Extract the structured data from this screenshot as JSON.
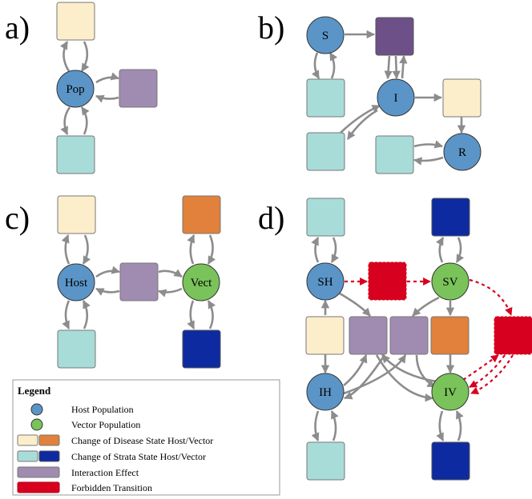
{
  "panels": {
    "a": {
      "label": "a)",
      "nodes": {
        "pop": "Pop"
      }
    },
    "b": {
      "label": "b)",
      "nodes": {
        "s": "S",
        "i": "I",
        "r": "R"
      }
    },
    "c": {
      "label": "c)",
      "nodes": {
        "host": "Host",
        "vect": "Vect"
      }
    },
    "d": {
      "label": "d)",
      "nodes": {
        "sh": "SH",
        "sv": "SV",
        "ih": "IH",
        "iv": "IV"
      }
    }
  },
  "legend": {
    "title": "Legend",
    "items": [
      {
        "label": "Host Population"
      },
      {
        "label": "Vector  Population"
      },
      {
        "label": "Change of Disease State Host/Vector"
      },
      {
        "label": "Change of Strata State Host/Vector"
      },
      {
        "label": "Interaction Effect"
      },
      {
        "label": "Forbidden Transition"
      }
    ]
  },
  "colors": {
    "host_population": "#5b95c7",
    "vector_population": "#7ac35a",
    "disease_state_host": "#fdeecb",
    "disease_state_vector": "#e1813b",
    "strata_state_host": "#a8dcd8",
    "strata_state_vector": "#0d2aa0",
    "interaction_effect": "#a08bb1",
    "interaction_effect_dark": "#6e5089",
    "forbidden_transition": "#d7001f",
    "edge": "#8c8c8c"
  }
}
